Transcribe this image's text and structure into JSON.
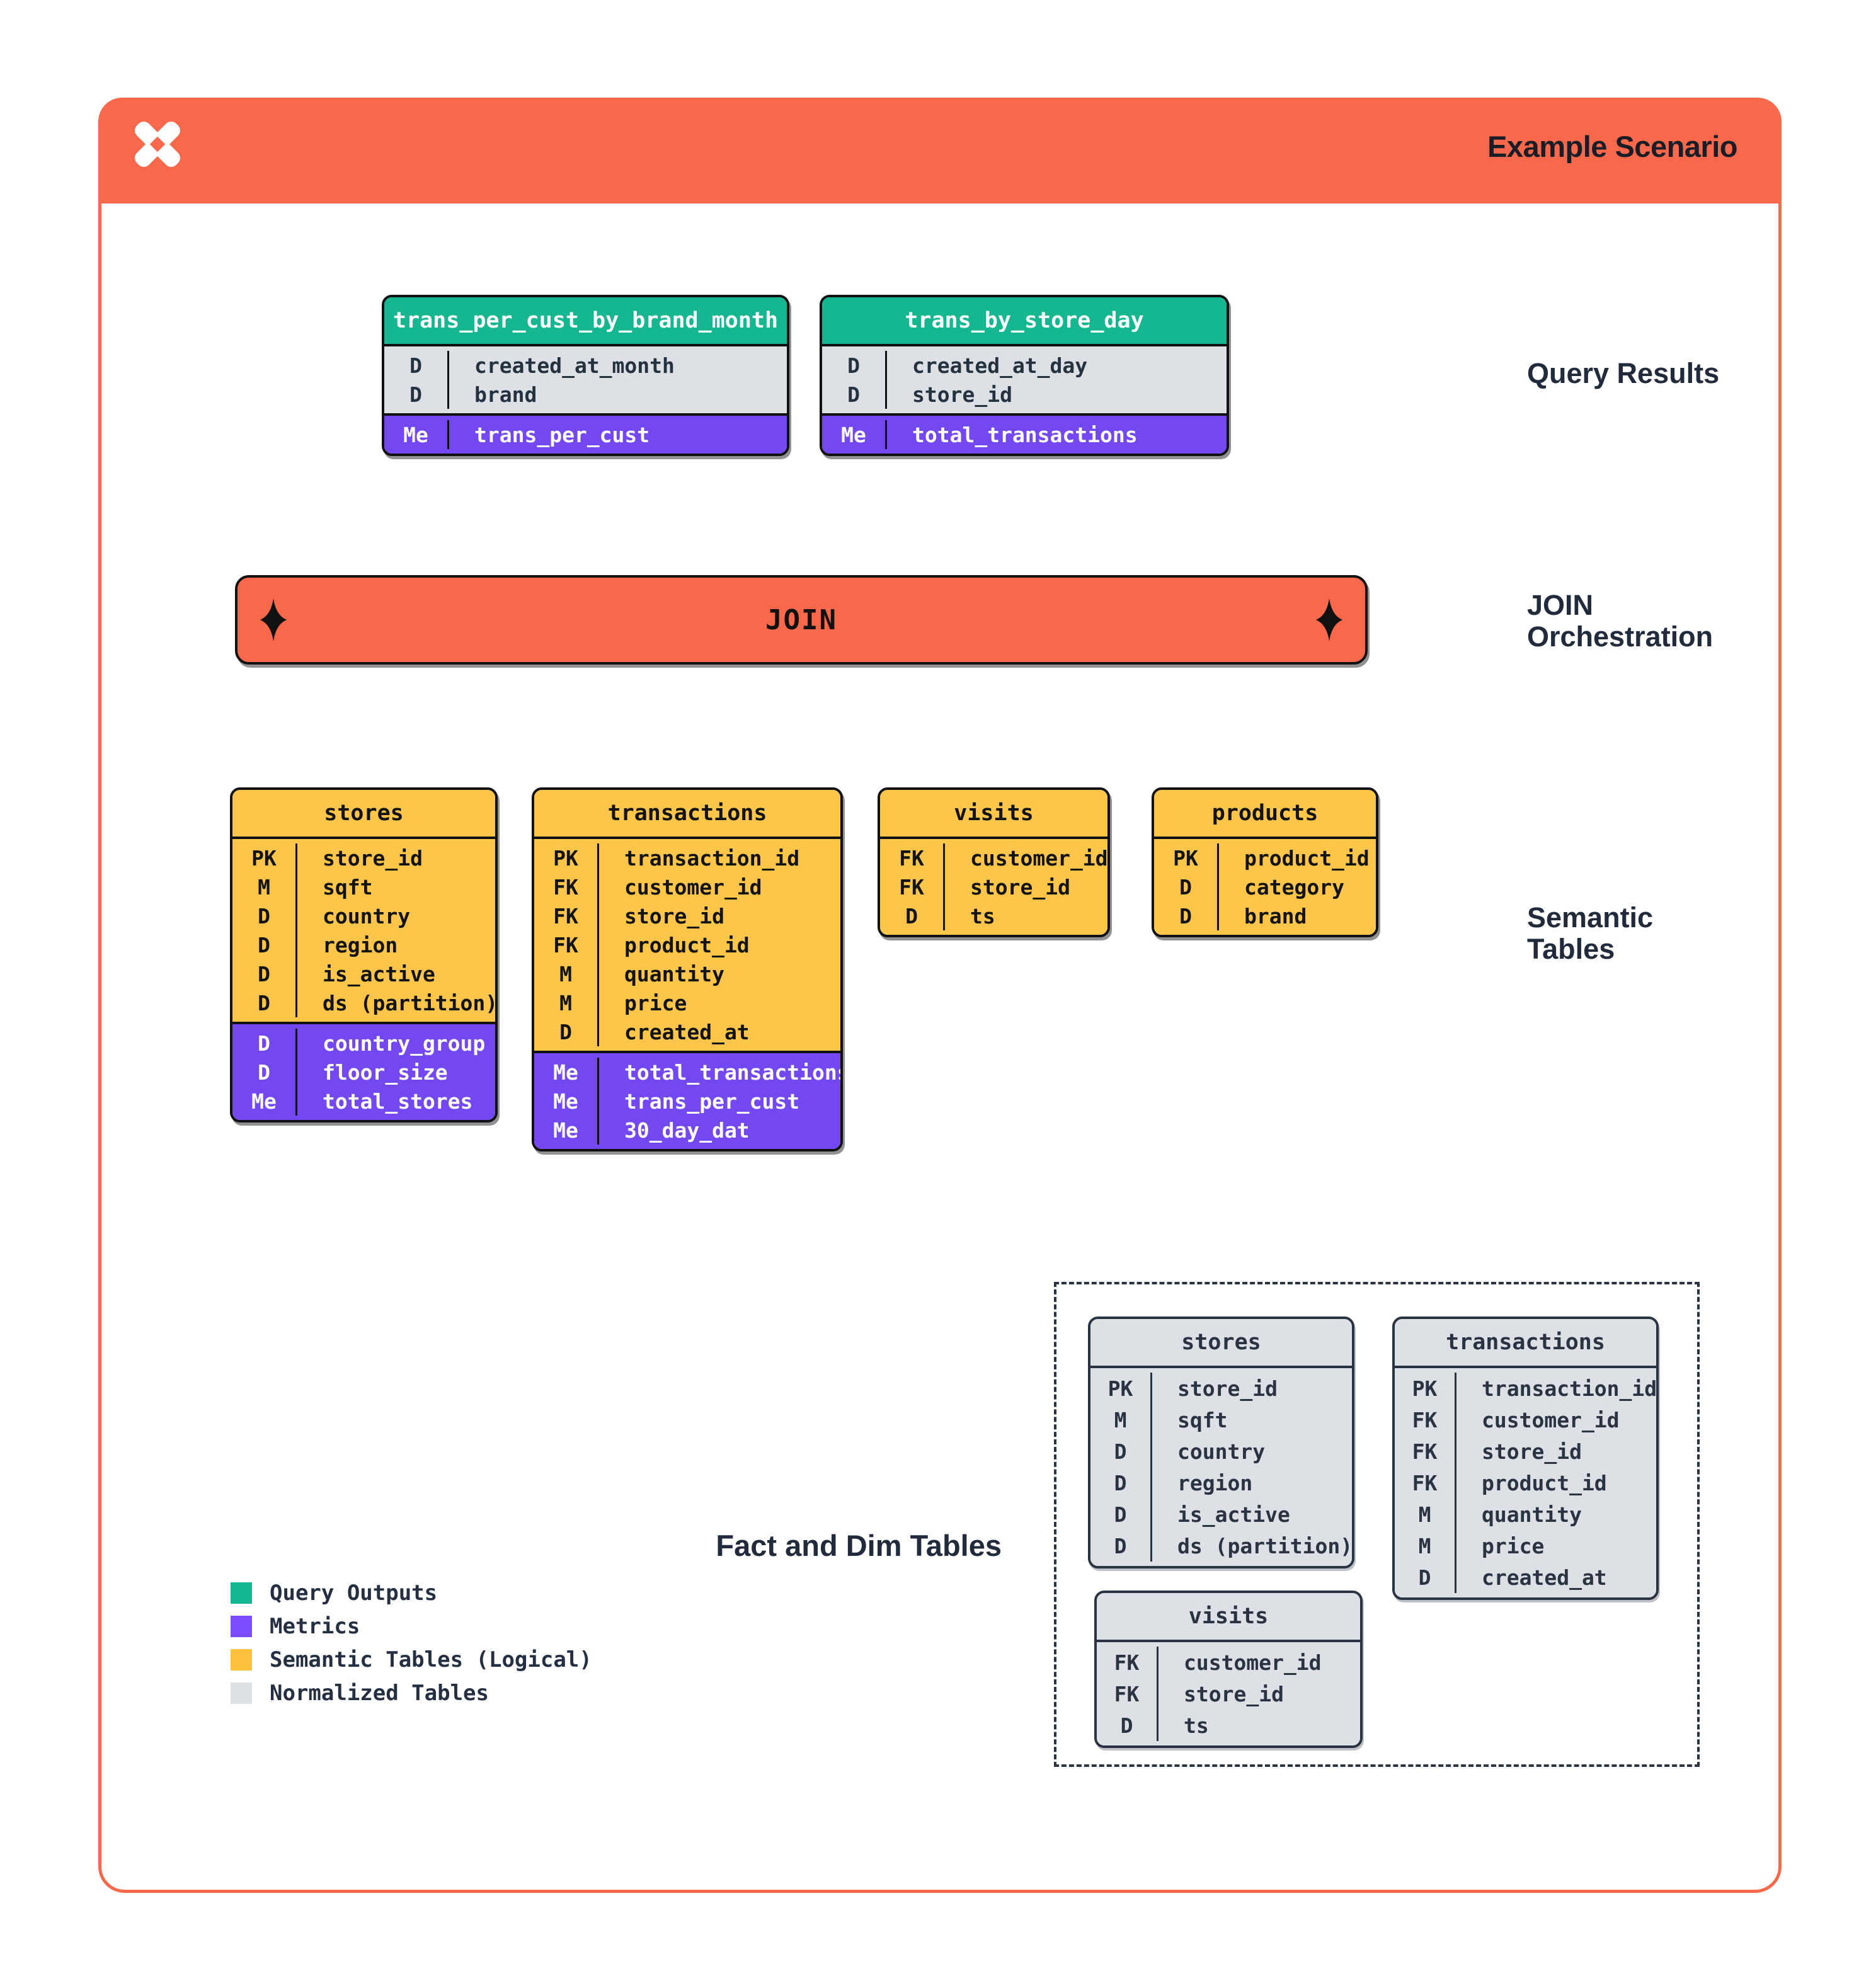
{
  "header": {
    "title": "Example Scenario"
  },
  "join_bar": {
    "label": "JOIN"
  },
  "annotations": {
    "query_results": "Query Results",
    "join_orchestration": "JOIN Orchestration",
    "semantic_tables": "Semantic Tables",
    "fact_and_dim": "Fact and Dim Tables"
  },
  "query_result_tables": [
    {
      "name": "trans_per_cust_by_brand_month",
      "rows": [
        {
          "k": "D",
          "f": "created_at_month"
        },
        {
          "k": "D",
          "f": "brand"
        }
      ],
      "metric_rows": [
        {
          "k": "Me",
          "f": "trans_per_cust"
        }
      ]
    },
    {
      "name": "trans_by_store_day",
      "rows": [
        {
          "k": "D",
          "f": "created_at_day"
        },
        {
          "k": "D",
          "f": "store_id"
        }
      ],
      "metric_rows": [
        {
          "k": "Me",
          "f": "total_transactions"
        }
      ]
    }
  ],
  "semantic_tables": [
    {
      "name": "stores",
      "rows": [
        {
          "k": "PK",
          "f": "store_id"
        },
        {
          "k": "M",
          "f": "sqft"
        },
        {
          "k": "D",
          "f": "country"
        },
        {
          "k": "D",
          "f": "region"
        },
        {
          "k": "D",
          "f": "is_active"
        },
        {
          "k": "D",
          "f": "ds (partition)"
        }
      ],
      "metric_rows": [
        {
          "k": "D",
          "f": "country_group"
        },
        {
          "k": "D",
          "f": "floor_size"
        },
        {
          "k": "Me",
          "f": "total_stores"
        }
      ]
    },
    {
      "name": "transactions",
      "rows": [
        {
          "k": "PK",
          "f": "transaction_id"
        },
        {
          "k": "FK",
          "f": "customer_id"
        },
        {
          "k": "FK",
          "f": "store_id"
        },
        {
          "k": "FK",
          "f": "product_id"
        },
        {
          "k": "M",
          "f": "quantity"
        },
        {
          "k": "M",
          "f": "price"
        },
        {
          "k": "D",
          "f": "created_at"
        }
      ],
      "metric_rows": [
        {
          "k": "Me",
          "f": "total_transactions"
        },
        {
          "k": "Me",
          "f": "trans_per_cust"
        },
        {
          "k": "Me",
          "f": "30_day_dat"
        }
      ]
    },
    {
      "name": "visits",
      "rows": [
        {
          "k": "FK",
          "f": "customer_id"
        },
        {
          "k": "FK",
          "f": "store_id"
        },
        {
          "k": "D",
          "f": "ts"
        }
      ],
      "metric_rows": []
    },
    {
      "name": "products",
      "rows": [
        {
          "k": "PK",
          "f": "product_id"
        },
        {
          "k": "D",
          "f": "category"
        },
        {
          "k": "D",
          "f": "brand"
        }
      ],
      "metric_rows": []
    }
  ],
  "normalized_tables": [
    {
      "name": "stores",
      "rows": [
        {
          "k": "PK",
          "f": "store_id"
        },
        {
          "k": "M",
          "f": "sqft"
        },
        {
          "k": "D",
          "f": "country"
        },
        {
          "k": "D",
          "f": "region"
        },
        {
          "k": "D",
          "f": "is_active"
        },
        {
          "k": "D",
          "f": "ds (partition)"
        }
      ],
      "metric_rows": []
    },
    {
      "name": "transactions",
      "rows": [
        {
          "k": "PK",
          "f": "transaction_id"
        },
        {
          "k": "FK",
          "f": "customer_id"
        },
        {
          "k": "FK",
          "f": "store_id"
        },
        {
          "k": "FK",
          "f": "product_id"
        },
        {
          "k": "M",
          "f": "quantity"
        },
        {
          "k": "M",
          "f": "price"
        },
        {
          "k": "D",
          "f": "created_at"
        }
      ],
      "metric_rows": []
    },
    {
      "name": "visits",
      "rows": [
        {
          "k": "FK",
          "f": "customer_id"
        },
        {
          "k": "FK",
          "f": "store_id"
        },
        {
          "k": "D",
          "f": "ts"
        }
      ],
      "metric_rows": []
    }
  ],
  "legend": {
    "items": [
      {
        "label": "Query Outputs",
        "color": "#14b78f"
      },
      {
        "label": "Metrics",
        "color": "#7c4dff"
      },
      {
        "label": "Semantic Tables (Logical)",
        "color": "#fdc13c"
      },
      {
        "label": "Normalized Tables",
        "color": "#dde0e5"
      }
    ]
  },
  "colors": {
    "accent_orange": "#f9684a",
    "query_green": "#14b78f",
    "metric_purple": "#7448f0",
    "semantic_yellow": "#fdc64b",
    "normalized_gray": "#dde0e5",
    "ink": "#111111",
    "navy": "#243042"
  },
  "icons": {
    "logo": "x-spark-logo",
    "join_decoration": "four-point-star-icon"
  }
}
